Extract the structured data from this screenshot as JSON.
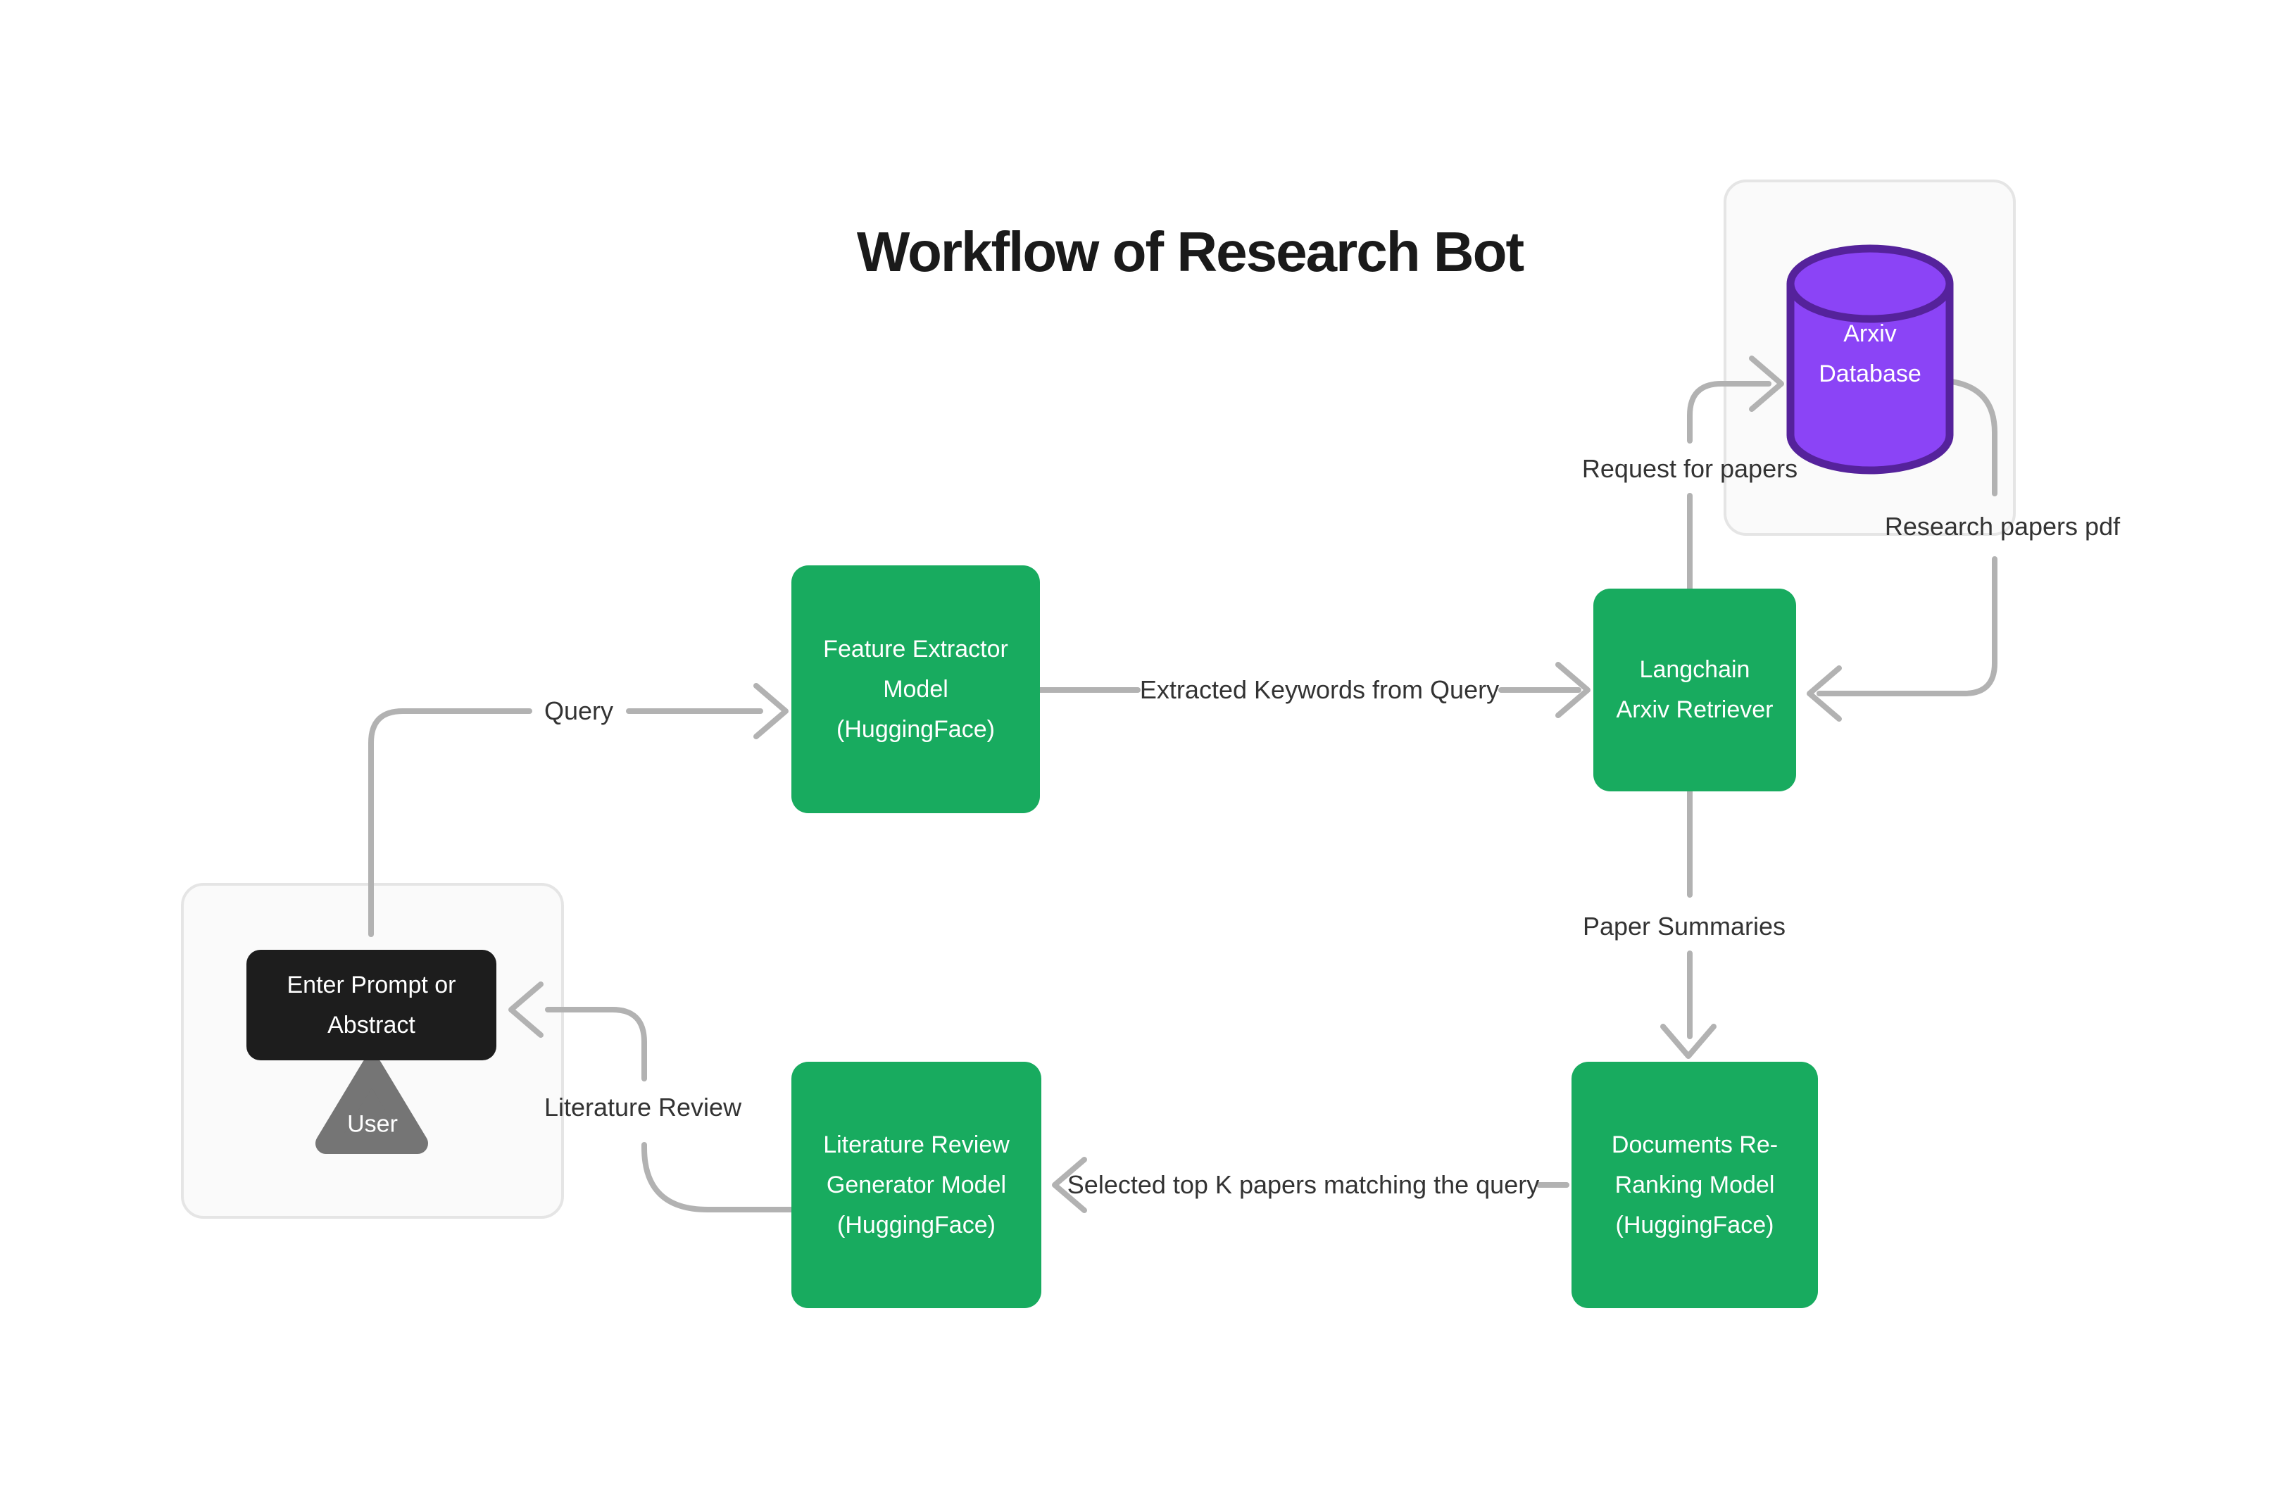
{
  "diagram": {
    "title": "Workflow of Research Bot",
    "colors": {
      "green": "#18AB5F",
      "purple": "#8B44F6",
      "purple_stroke": "#55229B",
      "arrow": "#B2B2B2",
      "dark": "#1D1D1D",
      "tri": "#757575",
      "panel_fill": "#FAFAFA",
      "panel_border": "#E5E5E5",
      "label": "#333333",
      "title": "#1A1A1A"
    },
    "nodes": {
      "arxiv_database": {
        "label": "Arxiv\nDatabase",
        "shape": "cylinder",
        "fill": "#8B44F6"
      },
      "feature_extractor": {
        "label": "Feature Extractor\nModel\n(HuggingFace)",
        "shape": "rounded-rect",
        "fill": "#18AB5F"
      },
      "langchain_retriever": {
        "label": "Langchain\nArxiv Retriever",
        "shape": "rounded-rect",
        "fill": "#18AB5F"
      },
      "documents_reranking": {
        "label": "Documents Re-\nRanking Model\n(HuggingFace)",
        "shape": "rounded-rect",
        "fill": "#18AB5F"
      },
      "literature_review_generator": {
        "label": "Literature Review\nGenerator Model\n(HuggingFace)",
        "shape": "rounded-rect",
        "fill": "#18AB5F"
      },
      "enter_prompt": {
        "label": "Enter Prompt or\nAbstract",
        "shape": "rounded-rect",
        "fill": "#1D1D1D"
      },
      "user": {
        "label": "User",
        "shape": "triangle",
        "fill": "#757575"
      }
    },
    "edges": {
      "query": {
        "label": "Query"
      },
      "extracted_keywords": {
        "label": "Extracted Keywords from Query"
      },
      "request_for_papers": {
        "label": "Request for papers"
      },
      "research_papers_pdf": {
        "label": "Research papers pdf"
      },
      "paper_summaries": {
        "label": "Paper Summaries"
      },
      "selected_top_k": {
        "label": "Selected top K papers matching the query"
      },
      "literature_review": {
        "label": "Literature Review"
      }
    }
  }
}
